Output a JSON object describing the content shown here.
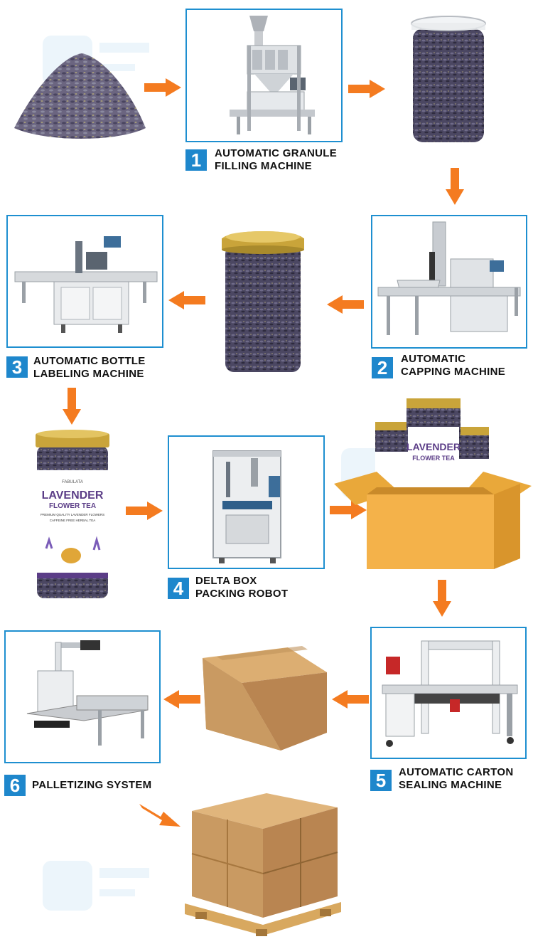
{
  "steps": [
    {
      "number": "1",
      "line1": "AUTOMATIC GRANULE",
      "line2": "FILLING MACHINE"
    },
    {
      "number": "2",
      "line1": "AUTOMATIC",
      "line2": "CAPPING MACHINE"
    },
    {
      "number": "3",
      "line1": "AUTOMATIC BOTTLE",
      "line2": "LABELING MACHINE"
    },
    {
      "number": "4",
      "line1": "DELTA BOX",
      "line2": "PACKING ROBOT"
    },
    {
      "number": "5",
      "line1": "AUTOMATIC CARTON",
      "line2": "SEALING MACHINE"
    },
    {
      "number": "6",
      "line1": "PALLETIZING SYSTEM",
      "line2": ""
    }
  ],
  "product_label": {
    "brand": "FABULATA",
    "title1": "LAVENDER",
    "title2": "FLOWER TEA",
    "subtitle": "PREMIUM QUALITY LAVENDER FLOWERS",
    "subtitle2": "CAFFEINE FREE HERBAL TEA"
  },
  "colors": {
    "frame": "#1e8fd0",
    "badge": "#1e87cc",
    "arrow": "#f47b20",
    "cardboard": "#c99a62",
    "lavender": "#5a5472",
    "gold": "#c9a43a"
  },
  "icons": [
    "arrow-right-icon",
    "arrow-left-icon",
    "arrow-down-icon"
  ]
}
